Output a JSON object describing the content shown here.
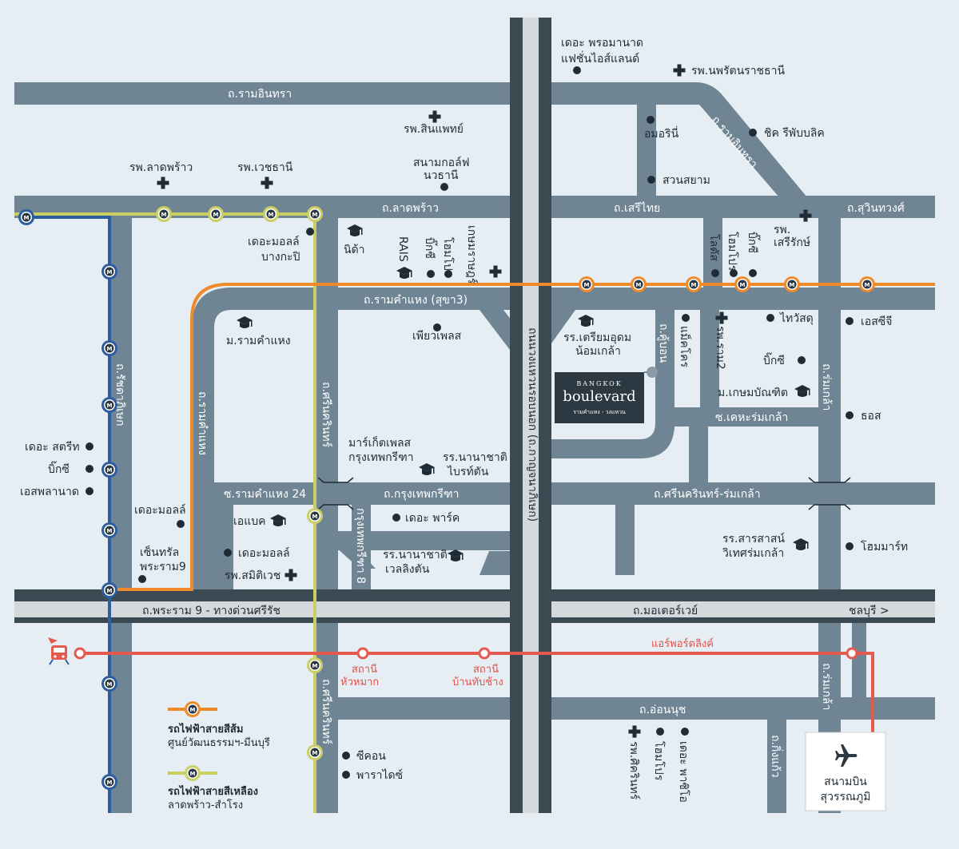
{
  "roads": {
    "ram_inthra": "ถ.รามอินทรา",
    "lat_phrao": "ถ.ลาดพร้าว",
    "seri_thai": "ถ.เสรีไทย",
    "suwinthawong": "ถ.สุวินทวงศ์",
    "ramkhamhaeng_sukha3": "ถ.รามคำแหง (สุขา3)",
    "rama9": "ถ.พระราม 9 - ทางด่วนศรีรัช",
    "motorway": "ถ.มอเตอร์เวย์",
    "chonburi": "ชลบุรี >",
    "on_nut": "ถ.อ่อนนุช",
    "krungthep_kreetha": "ถ.กรุงเทพกรีฑา",
    "srinakarin_romklao": "ถ.ศรีนครินทร์-ร่มเกล้า",
    "soi_ramkhamhaeng24": "ซ.รามคำแหง 24",
    "soi_kheharomklao": "ซ.เคหะร่มเกล้า",
    "ram_inthra_diag": "ถ.รามอินทรา",
    "ratchadaphisek": "ถ.รัชดาภิเษก",
    "ramkhamhaeng_vert": "ถ.รามคำแหง",
    "srinakarin": "ถ.ศรีนครินทร์",
    "kanchanaphisek": "ถนนวงแหวนรอบนอก (ถ.กาญจนาภิเษก)",
    "khubon": "ถ.คู้บอน",
    "krungthep_kreetha8": "กรุงเทพกรีฑา 8",
    "rom_klao": "ถ.ร่มเกล้า",
    "rom_klao_s": "ถ.ร่มเกล้า",
    "king_kaew": "ถ.กิ่งแก้ว"
  },
  "places": {
    "the_promenade": "เดอะ พรอมานาด",
    "fashion_island": "แฟชั่นไอส์แลนด์",
    "nopparat_hosp": "รพ.นพรัตนราชธานี",
    "sinphaet_hosp": "รพ.สินแพทย์",
    "amorini": "อมอรินี่",
    "chic_republic": "ชิค รีพับบลิค",
    "ladprao_hosp": "รพ.ลาดพร้าว",
    "wetchathani_hosp": "รพ.เวชธานี",
    "golf_1": "สนามกอล์ฟ",
    "golf_2": "นวธานี",
    "suan_siam": "สวนสยาม",
    "mall_bangkapi_1": "เดอะมอลล์",
    "mall_bangkapi_2": "บางกะปิ",
    "nida": "นิด้า",
    "rais": "RAIS",
    "bigc_1": "บิ๊กซี",
    "homepro_1": "โฮมโปร",
    "kasemrad_1": "เกษมราษฎร์",
    "seriruk_1": "รพ.",
    "seriruk_2": "เสรีรักษ์",
    "lotus_1": "โลตัส",
    "homepro_2": "โฮมโปร",
    "bigc_2": "บิ๊กซี",
    "ru": "ม.รามคำแหง",
    "peaw_place": "เพียวเพลส",
    "tu_1": "รร.เตรียมอุดม",
    "tu_2": "น้อมเกล้า",
    "makro": "แม็คโคร",
    "rama2_hosp": "รพ.ราม2",
    "thai_watsadu": "ไทวัสดุ",
    "sc_g": "เอสซีจี",
    "bigc_3": "บิ๊กซี",
    "kbu": "ม.เกษมบัณฑิต",
    "toss": "ธอส",
    "the_street": "เดอะ สตรีท",
    "bigc_4": "บิ๊กซี",
    "esplanade": "เอสพลานาด",
    "mall_ram9": "เดอะมอลล์",
    "central_1": "เซ็นทรัล",
    "central_2": "พระราม9",
    "abac": "เอแบค",
    "mall_ram3": "เดอะมอลล์",
    "samitivej": "รพ.สมิติเวช",
    "market_place_1": "มาร์เก็ตเพลส",
    "market_place_2": "กรุงเทพกรีฑา",
    "brighton_1": "รร.นานาชาติ",
    "brighton_2": "ไบรท์ตัน",
    "the_park": "เดอะ พาร์ค",
    "wellington_1": "รร.นานาชาติ",
    "wellington_2": "เวลลิงตัน",
    "sarasas_1": "รร.สารสาสน์",
    "sarasas_2": "วิเทศร่มเกล้า",
    "homemart": "โฮมมาร์ท",
    "seacon": "ซีคอน",
    "paradise": "พาราไดซ์",
    "sikarin": "รพ.ศิครินทร์",
    "homepro_3": "โฮมโปร",
    "the_paseo": "เดอะ พาซิโอ"
  },
  "rail": {
    "airport_link": "แอร์พอร์ตลิงค์",
    "st_huamak_1": "สถานี",
    "st_huamak_2": "หัวหมาก",
    "st_banthapchang_1": "สถานี",
    "st_banthapchang_2": "บ้านทับช้าง"
  },
  "project": {
    "small": "BANGKOK",
    "name": "boulevard",
    "tagline": "รามคำแหง - วงแหวน"
  },
  "airport": {
    "name_1": "สนามบิน",
    "name_2": "สุวรรณภูมิ"
  },
  "legend": {
    "orange_1": "รถไฟฟ้าสายสีส้ม",
    "orange_2": "ศูนย์วัฒนธรรมฯ-มีนบุรี",
    "yellow_1": "รถไฟฟ้าสายสีเหลือง",
    "yellow_2": "ลาดพร้าว-สำโรง"
  },
  "colors": {
    "background": "#e6eef4",
    "road": "#6f8594",
    "expressway": "#3b4a52",
    "expressway_center": "#d5d9dc",
    "orange_line": "#ef8a2b",
    "yellow_line": "#c9cf62",
    "blue_line": "#2c5e9e",
    "airport_link": "#e55a4e",
    "project_box": "#2c3942"
  },
  "icons": {
    "hospital": "cross-icon",
    "school": "graduation-cap-icon",
    "place": "dot-icon",
    "station": "metro-m-icon",
    "airport": "airplane-icon",
    "train": "train-icon"
  }
}
